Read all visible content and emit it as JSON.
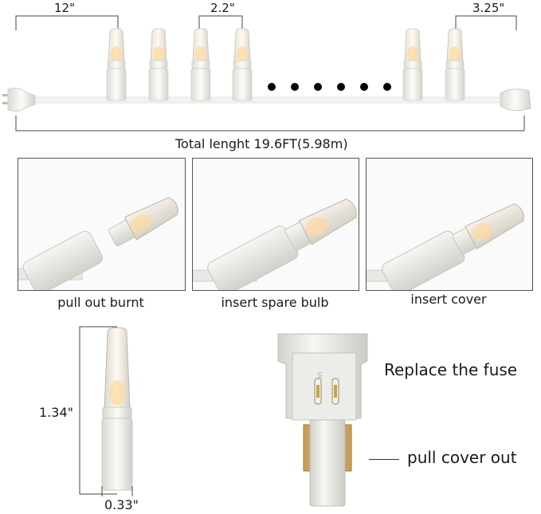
{
  "top": {
    "dim_left": "12\"",
    "dim_mid": "2.2\"",
    "dim_right": "3.25\"",
    "total_length": "Total lenght 19.6FT(5.98m)"
  },
  "steps": [
    {
      "caption": "pull out burnt"
    },
    {
      "caption": "insert spare bulb"
    },
    {
      "caption": "insert cover"
    }
  ],
  "bulb": {
    "height": "1.34\"",
    "width": "0.33\""
  },
  "plug": {
    "replace_label": "Replace the fuse",
    "cover_label": "pull cover out"
  },
  "colors": {
    "wire": "#f2f2ef",
    "bulb_glow": "#ffd9a0",
    "dot": "#000000"
  }
}
